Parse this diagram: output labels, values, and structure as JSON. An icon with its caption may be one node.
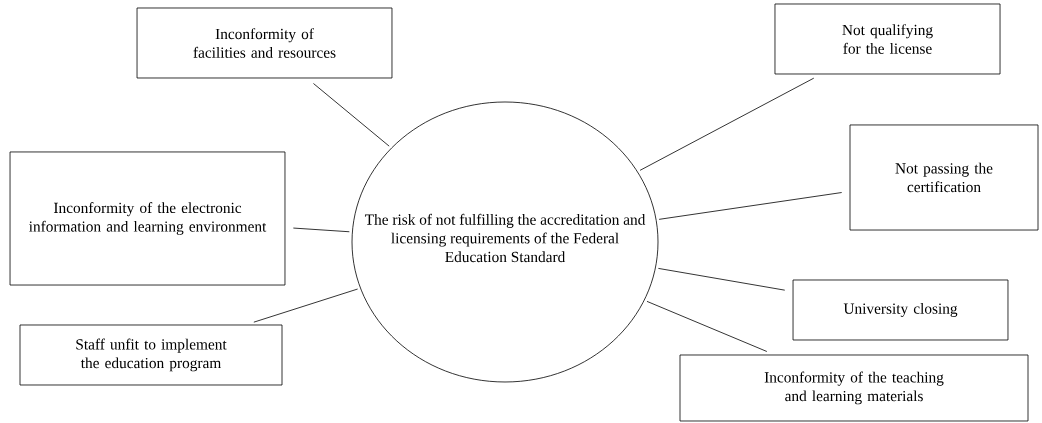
{
  "diagram": {
    "nodes": [
      {
        "text": [
          "The risk of not fulfilling the accreditation and licensing requirements of the Federal Education Standard"
        ]
      },
      {
        "text": [
          "Inconformity of facilities and resources"
        ]
      },
      {
        "text": [
          "Not qualifying for the license"
        ]
      },
      {
        "text": [
          "Inconformity of the electronic information and learning environment"
        ]
      },
      {
        "text": [
          "Not passing the certification"
        ]
      },
      {
        "text": [
          "University closing"
        ]
      },
      {
        "text": [
          "Staff unfit to implement the education program"
        ]
      },
      {
        "text": [
          "Inconformity of the teaching and learning materials"
        ]
      }
    ],
    "edges": [
      {
        "from": 0,
        "to": 1,
        "arrow": "none"
      },
      {
        "from": 0,
        "to": 2,
        "arrow": "none"
      },
      {
        "from": 0,
        "to": 3,
        "arrow": "none"
      },
      {
        "from": 0,
        "to": 4,
        "arrow": "none"
      },
      {
        "from": 0,
        "to": 5,
        "arrow": "none"
      },
      {
        "from": 0,
        "to": 6,
        "arrow": "none"
      },
      {
        "from": 0,
        "to": 7,
        "arrow": "none"
      }
    ]
  }
}
